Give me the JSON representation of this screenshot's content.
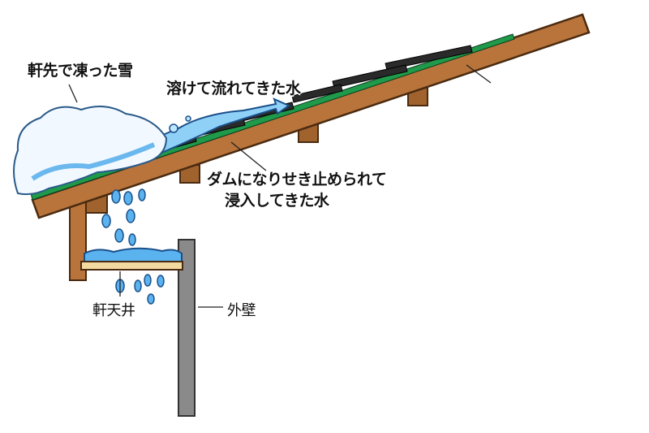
{
  "labels": {
    "frozen_snow": "軒先で凍った雪",
    "melt_water": "溶けて流れてきた水",
    "dammed_line1": "ダムになりせき止められて",
    "dammed_line2": "浸入してきた水",
    "soffit": "軒天井",
    "outer_wall": "外壁"
  },
  "colors": {
    "wood": "#b8743a",
    "membrane": "#1f9a4a",
    "shingle": "#2a2a2a",
    "water": "#3a9be0",
    "wall": "#8a8a8a"
  }
}
